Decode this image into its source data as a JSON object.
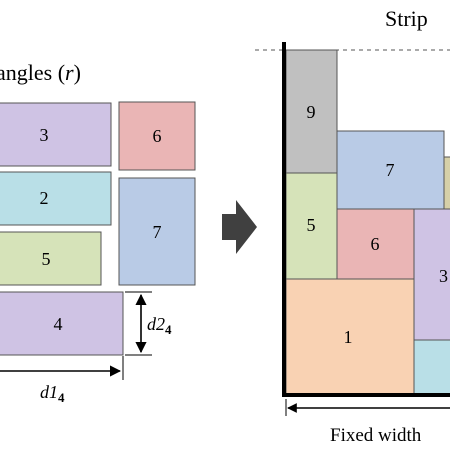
{
  "left_panel": {
    "title_text": "angles",
    "title_var": "r",
    "rectangles": [
      {
        "label": "3",
        "color": "#cfc3e4"
      },
      {
        "label": "6",
        "color": "#eab5b5"
      },
      {
        "label": "2",
        "color": "#b9dfe7"
      },
      {
        "label": "7",
        "color": "#b9cbe6"
      },
      {
        "label": "5",
        "color": "#d6e3b9"
      },
      {
        "label": "4",
        "color": "#cfc3e4"
      }
    ],
    "dim_height": {
      "base": "d2",
      "sub": "4"
    },
    "dim_width": {
      "base": "d1",
      "sub": "4"
    }
  },
  "arrow": {
    "color": "#404040"
  },
  "strip": {
    "title": "Strip",
    "rectangles": [
      {
        "label": "9",
        "color": "#c0c0c0"
      },
      {
        "label": "7",
        "color": "#b9cbe6"
      },
      {
        "label": "5",
        "color": "#d6e3b9"
      },
      {
        "label": "6",
        "color": "#eab5b5"
      },
      {
        "label": "3",
        "color": "#cfc3e4"
      },
      {
        "label": "1",
        "color": "#f9d2b3"
      },
      {
        "label": "",
        "color": "#b9dfe7"
      },
      {
        "label": "",
        "color": "#d6d0a8"
      }
    ],
    "fixed_width_label": "Fixed width"
  }
}
